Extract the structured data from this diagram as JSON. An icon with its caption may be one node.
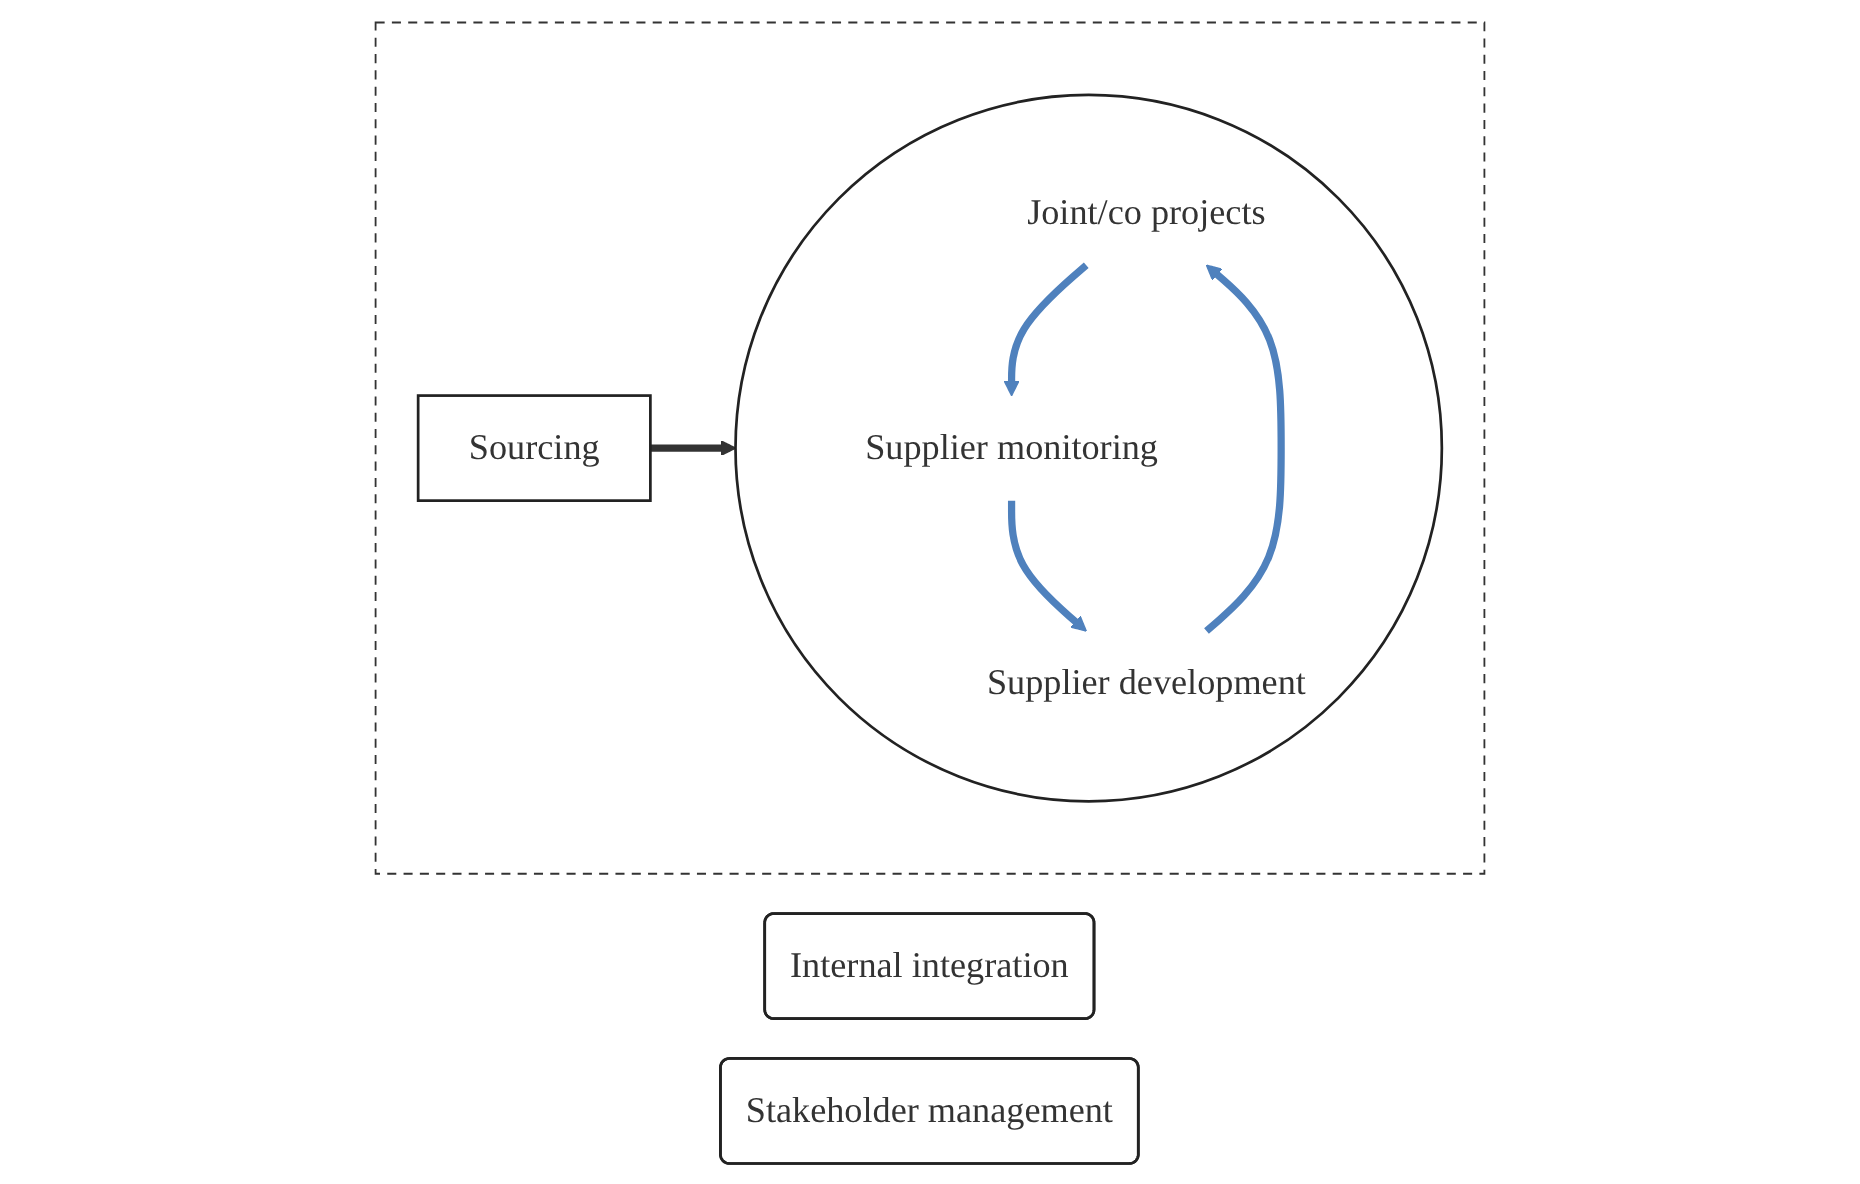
{
  "diagram": {
    "nodes": [
      {
        "text": [],
        "shape": "box"
      },
      {
        "text": [
          "Sourcing"
        ],
        "in": 0
      },
      {
        "text": [],
        "shape": "circle",
        "in": 0
      },
      {
        "text": [
          "Joint/co projects"
        ],
        "in": 2
      },
      {
        "text": [
          "Supplier monitoring"
        ],
        "in": 2
      },
      {
        "text": [
          "Supplier development"
        ],
        "in": 2
      },
      {
        "text": [
          "Internal integration"
        ]
      },
      {
        "text": [
          "Stakeholder management"
        ]
      }
    ],
    "edges": [
      {
        "from": 1,
        "to": 2,
        "arrow": "to",
        "color": "#333333"
      },
      {
        "from": 3,
        "to": 4,
        "arrow": "to",
        "color": "#4f81bd"
      },
      {
        "from": 4,
        "to": 5,
        "arrow": "to",
        "color": "#4f81bd"
      },
      {
        "from": 5,
        "to": 3,
        "arrow": "to",
        "color": "#4f81bd"
      }
    ]
  }
}
